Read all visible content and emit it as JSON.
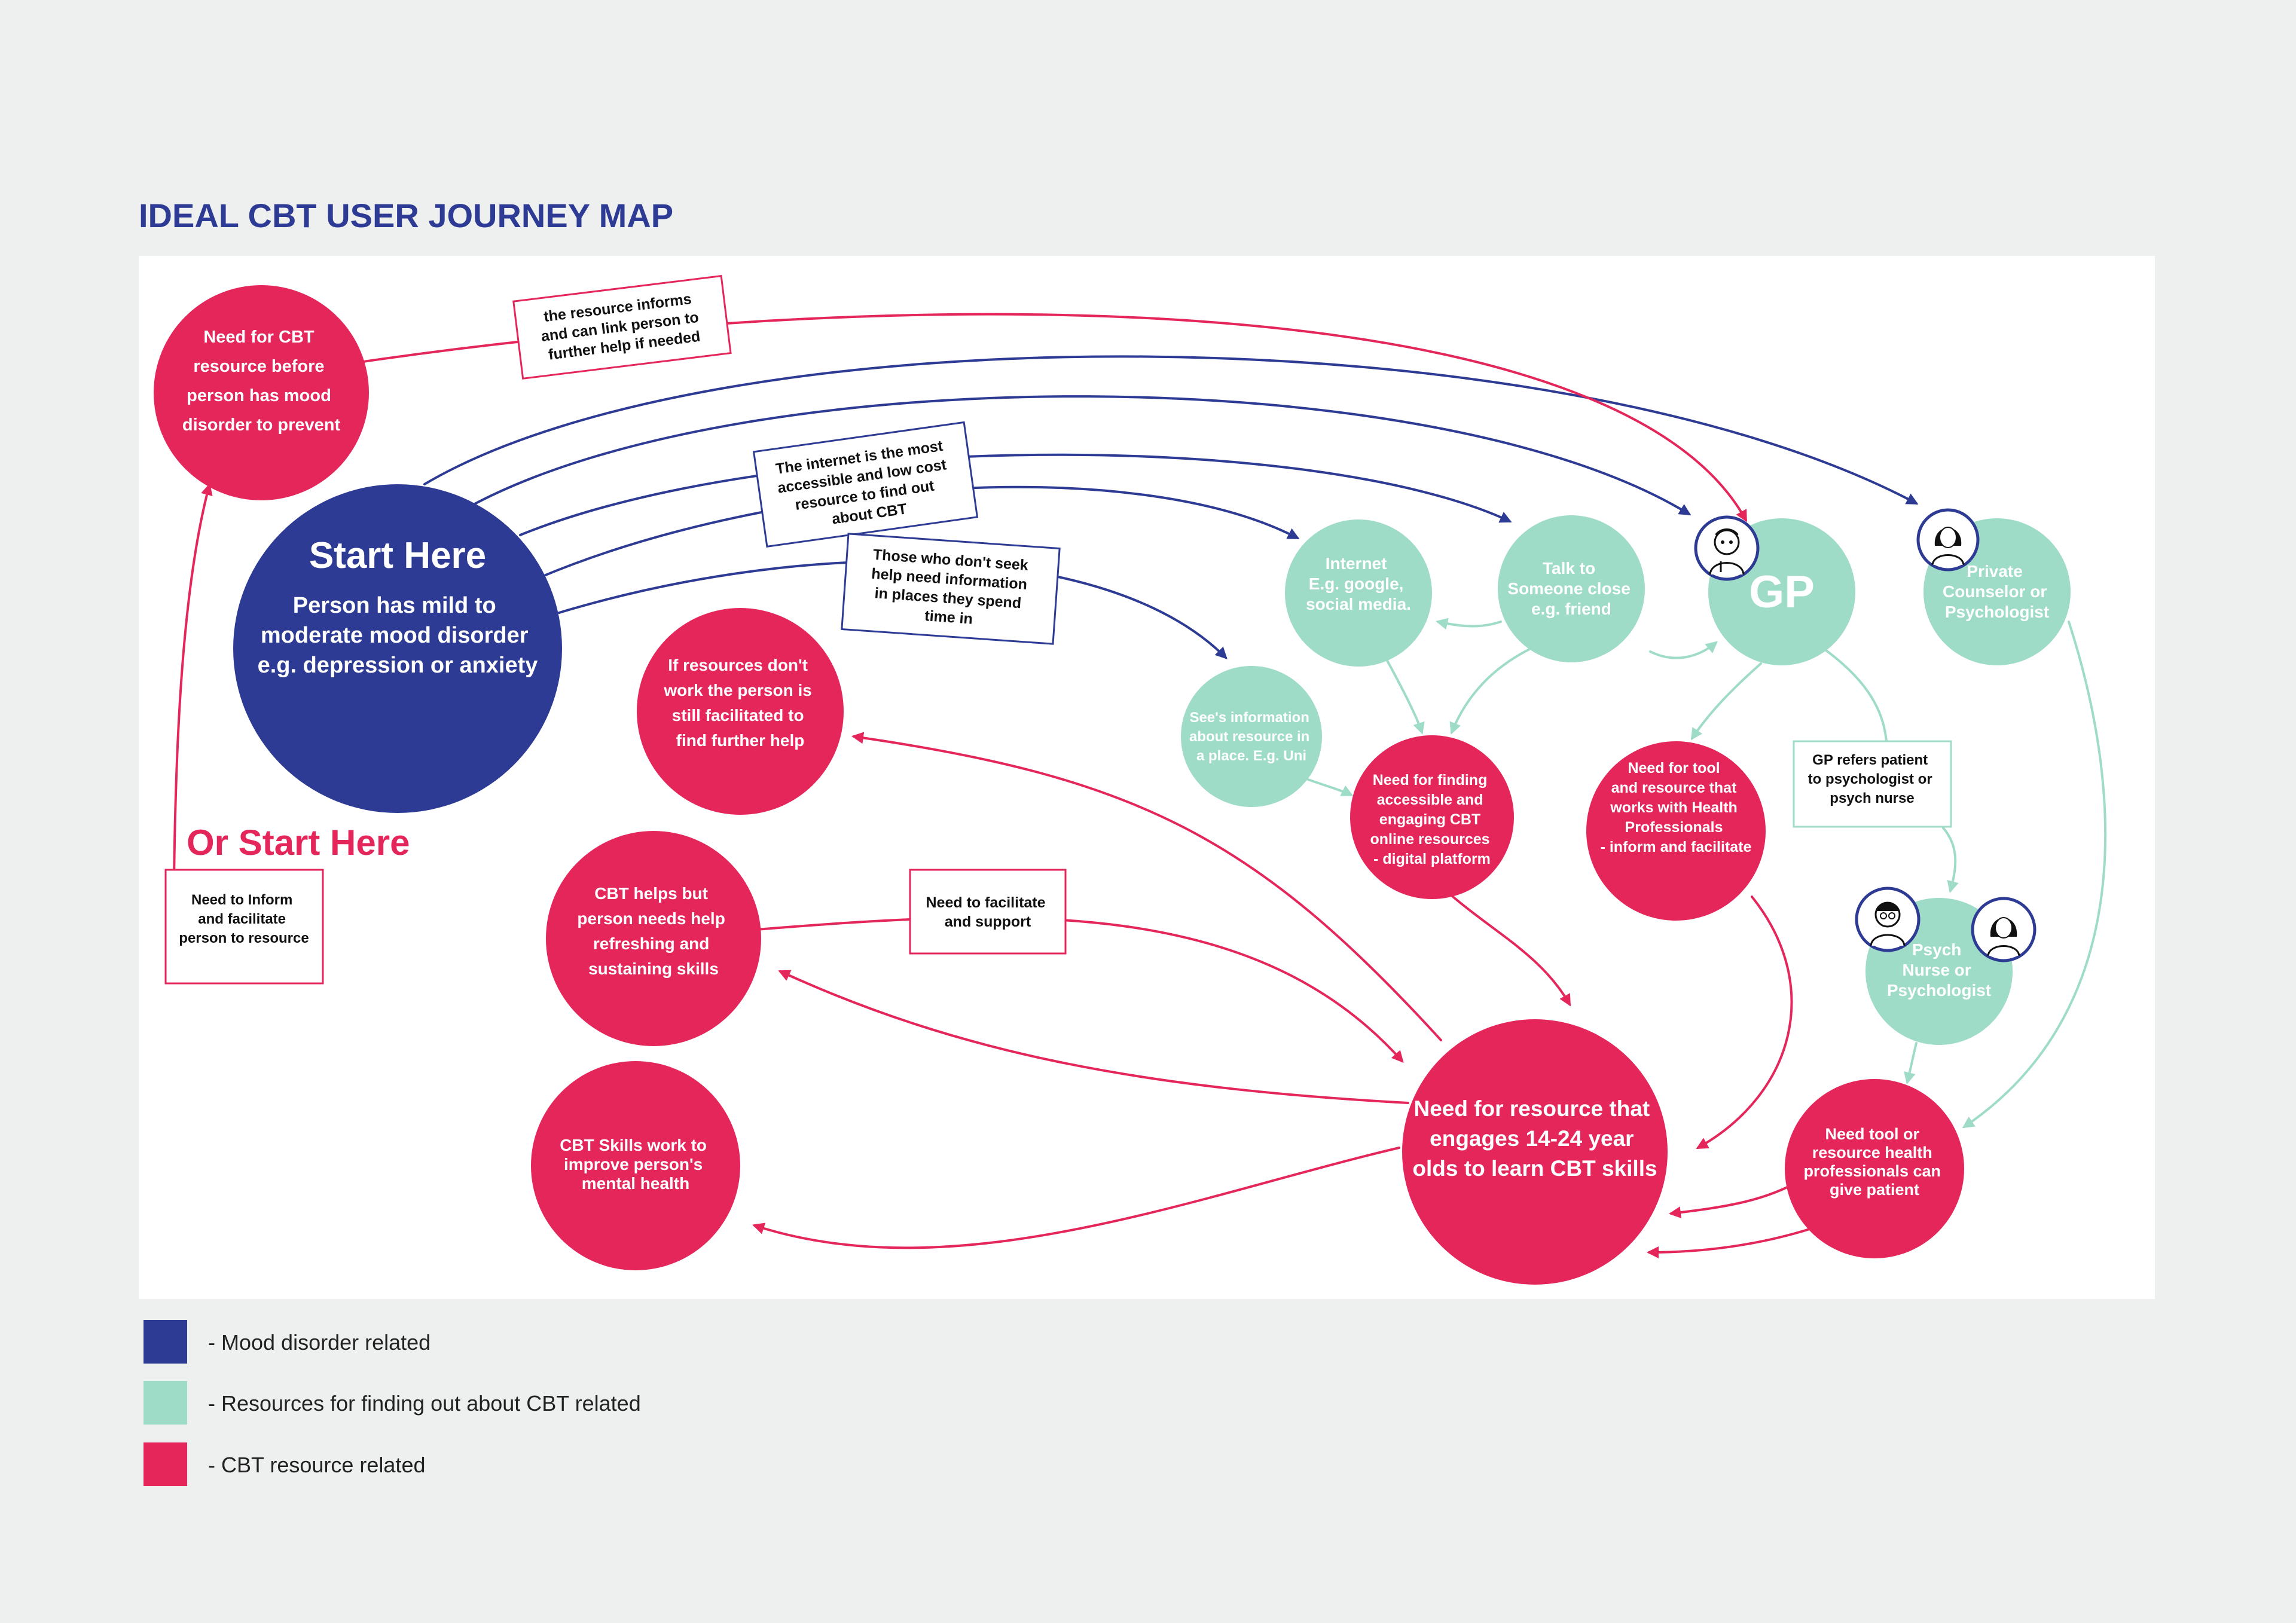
{
  "title": "IDEAL CBT USER JOURNEY MAP",
  "colors": {
    "mood": "#2e3b94",
    "resources": "#9fdcc8",
    "cbt": "#e4265b",
    "background": "#eef0ef",
    "panel": "#ffffff"
  },
  "nodes": {
    "need_cbt_before": [
      "Need for CBT",
      "resource before",
      "person has mood",
      "disorder to prevent"
    ],
    "start_here": {
      "heading": "Start Here",
      "lines": [
        "Person has mild to",
        "moderate mood disorder",
        "e.g. depression or anxiety"
      ]
    },
    "or_start_here": "Or Start Here",
    "resources_dont_work": [
      "If resources don't",
      "work the person is",
      "still facilitated to",
      "find further help"
    ],
    "cbt_helps": [
      "CBT helps but",
      "person needs help",
      "refreshing and",
      "sustaining skills"
    ],
    "cbt_skills_work": [
      "CBT Skills work to",
      "improve person's",
      "mental health"
    ],
    "internet": [
      "Internet",
      "E.g. google,",
      "social media."
    ],
    "talk_to": [
      "Talk to",
      "Someone close",
      "e.g. friend"
    ],
    "gp": "GP",
    "private_counselor": [
      "Private",
      "Counselor or",
      "Psychologist"
    ],
    "sees_information": [
      "See's information",
      "about resource in",
      "a place. E.g. Uni"
    ],
    "need_finding": [
      "Need for finding",
      "accessible and",
      "engaging CBT",
      "online resources",
      "- digital platform"
    ],
    "need_tool_resource": [
      "Need for tool",
      "and resource that",
      "works with Health",
      "Professionals",
      "- inform and facilitate"
    ],
    "psych_nurse": [
      "Psych",
      "Nurse or",
      "Psychologist"
    ],
    "need_resource_engages": [
      "Need for resource that",
      "engages 14-24 year",
      "olds to learn CBT skills"
    ],
    "need_tool_health": [
      "Need tool or",
      "resource health",
      "professionals can",
      "give patient"
    ]
  },
  "notes": {
    "resource_informs": [
      "the resource informs",
      "and can link person to",
      "further help if needed"
    ],
    "internet_most_accessible": [
      "The internet is the most",
      "accessible and low cost",
      "resource to find out",
      "about CBT"
    ],
    "those_who_dont_seek": [
      "Those who don't seek",
      "help need information",
      "in places they spend",
      "time in"
    ],
    "need_inform_facilitate": [
      "Need to Inform",
      "and facilitate",
      "person to resource"
    ],
    "need_facilitate_support": [
      "Need to facilitate",
      "and support"
    ],
    "gp_refers": [
      "GP refers patient",
      "to psychologist or",
      "psych nurse"
    ]
  },
  "legend": [
    {
      "label": "- Mood disorder related",
      "color": "#2e3b94"
    },
    {
      "label": "- Resources for finding out about CBT related",
      "color": "#9fdcc8"
    },
    {
      "label": "- CBT resource related",
      "color": "#e4265b"
    }
  ],
  "icons": [
    "doctor-avatar-icon",
    "woman-avatar-icon",
    "man-avatar-icon"
  ]
}
